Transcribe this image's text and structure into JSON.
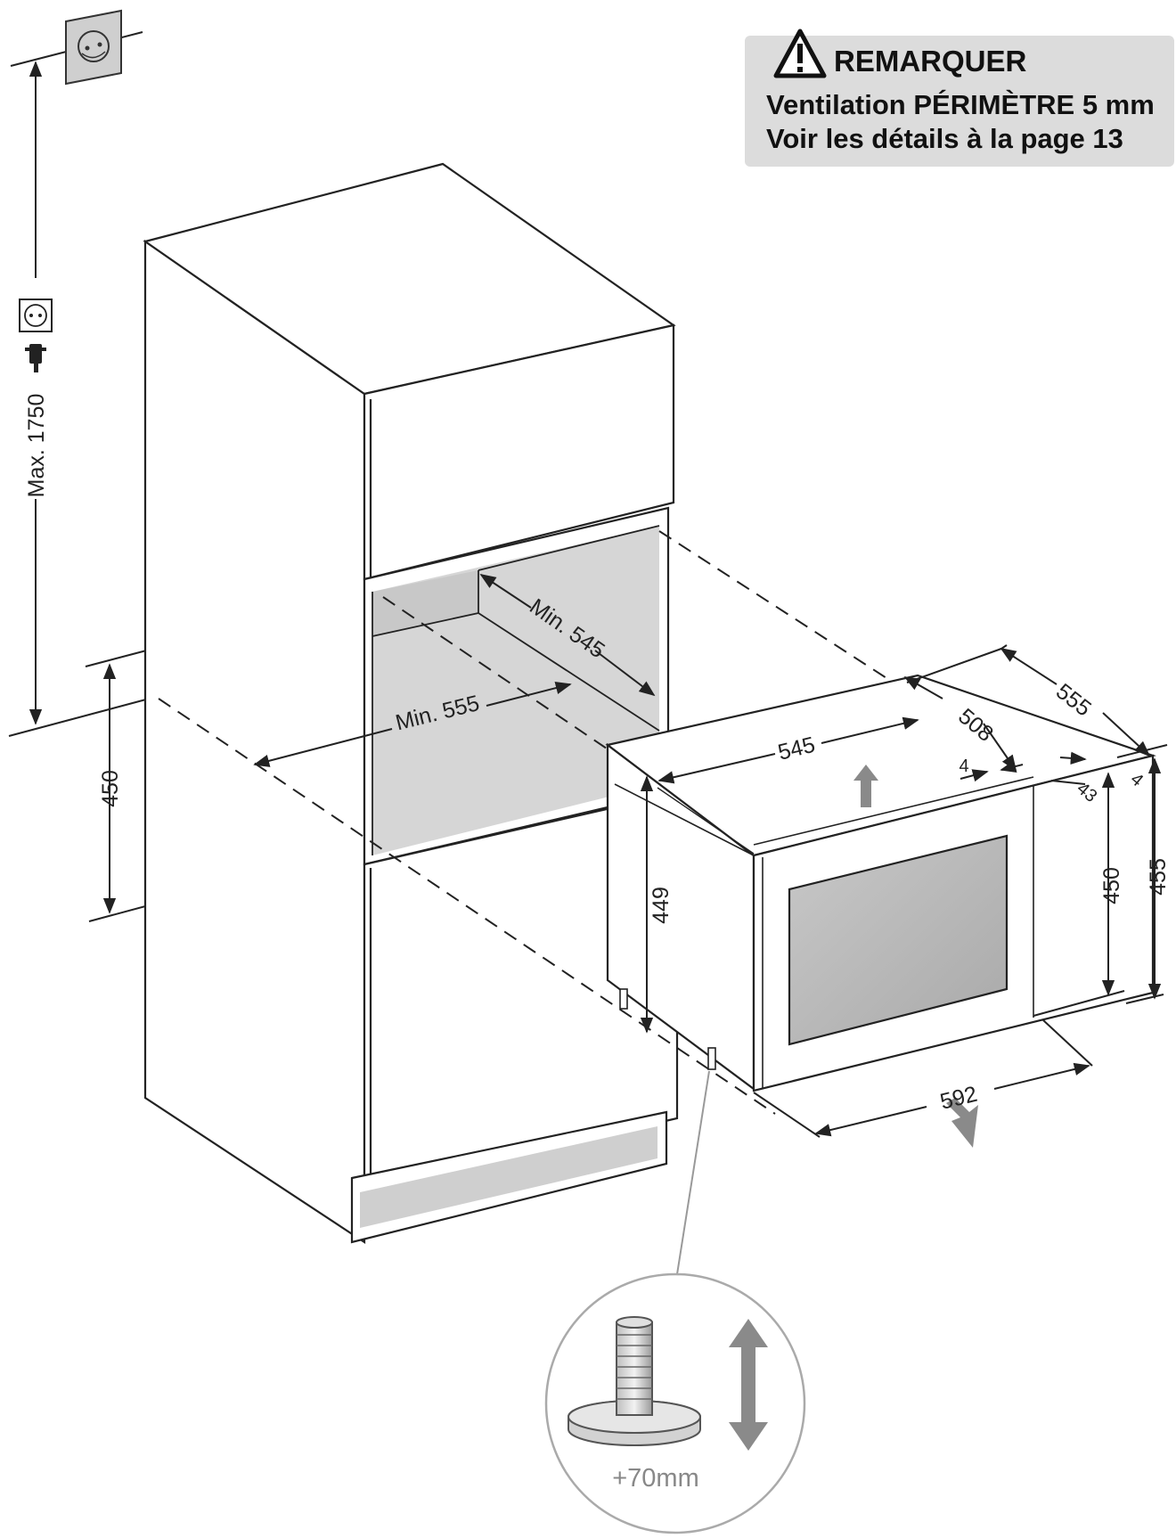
{
  "note": {
    "title": "REMARQUER",
    "line1": "Ventilation PÉRIMÈTRE 5 mm",
    "line2": "Voir les détails à la page 13"
  },
  "icons": {
    "warning": "warning-triangle-icon",
    "socket": "power-socket-icon",
    "plug": "power-plug-icon",
    "airflow": "airflow-arrow-icon",
    "adjust": "height-adjust-arrow-icon"
  },
  "dimensions": {
    "max_height": "Max. 1750",
    "niche_height": "450",
    "niche_depth": "Min. 545",
    "niche_width": "Min. 555",
    "appliance_width": "545",
    "appliance_depth_body": "508",
    "appliance_depth_total": "555",
    "gap_left": "4",
    "gap_right": "4",
    "door_thickness": "43",
    "body_height": "449",
    "door_height": "450",
    "total_height": "455",
    "door_width": "592"
  },
  "foot_detail": {
    "label": "+70mm"
  },
  "colors": {
    "line": "#222222",
    "niche_fill": "#d4d4d4",
    "glass_fill": "#b8b8b8",
    "note_bg": "#dcdcdc",
    "arrow_gray": "#8a8a8a"
  }
}
